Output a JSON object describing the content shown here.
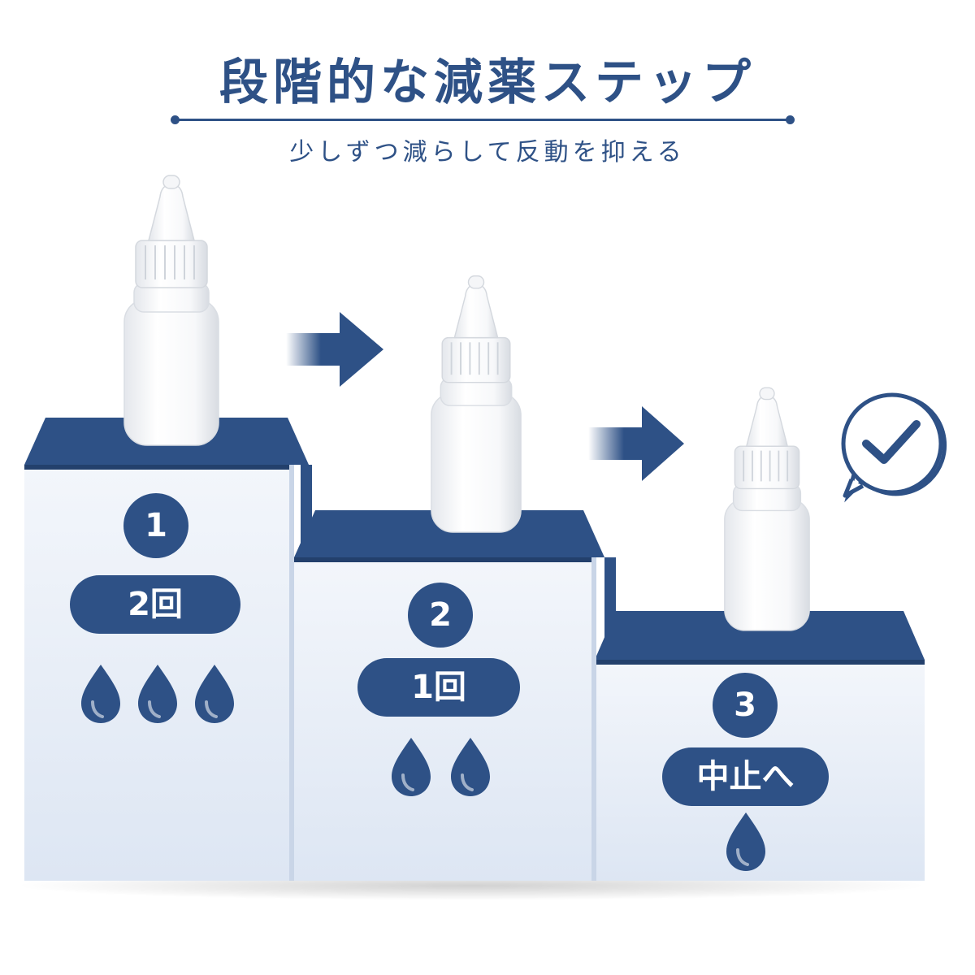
{
  "header": {
    "title": "段階的な減薬ステップ",
    "subtitle": "少しずつ減らして反動を抑える"
  },
  "steps": [
    {
      "number": "1",
      "label": "2回",
      "drops": 3
    },
    {
      "number": "2",
      "label": "1回",
      "drops": 2
    },
    {
      "number": "3",
      "label": "中止へ",
      "drops": 1
    }
  ],
  "icons": {
    "bottle": "dropper-bottle-icon",
    "arrow": "right-arrow-icon",
    "drop": "water-drop-icon",
    "done": "check-bubble-icon"
  },
  "colors": {
    "primary": "#2e5186",
    "step_face": "#e8eef8",
    "background": "#ffffff"
  }
}
